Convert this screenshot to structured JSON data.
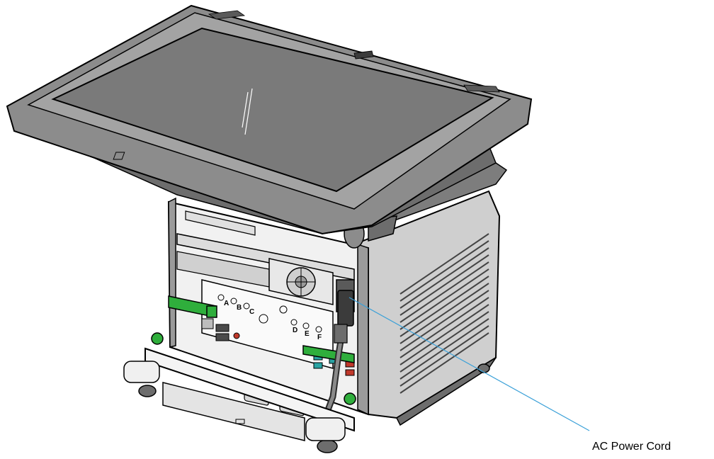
{
  "figure": {
    "callouts": [
      {
        "label": "AC Power Cord"
      }
    ],
    "port_letters": [
      "A",
      "B",
      "C",
      "D",
      "E",
      "F"
    ],
    "colors": {
      "background": "#ffffff",
      "housing": "#8c8c8c",
      "housing_dark": "#6d6d6d",
      "screen": "#7a7a7a",
      "bezel": "#a3a3a3",
      "interior": "#e6e6e6",
      "latch_green": "#2fae3c",
      "leader_line": "#3aa0d8",
      "port_red": "#c0392b",
      "port_teal": "#2aa3a3"
    }
  }
}
